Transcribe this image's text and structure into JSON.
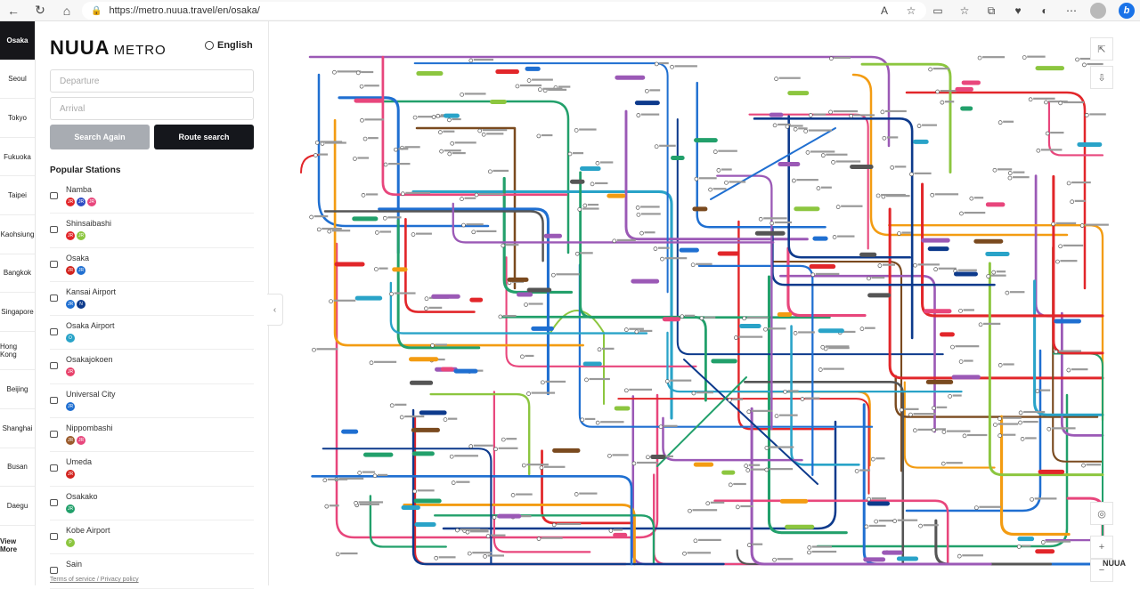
{
  "browser": {
    "url": "https://metro.nuua.travel/en/osaka/",
    "back_icon": "←",
    "refresh_icon": "↻",
    "home_icon": "⌂",
    "lock_icon": "🔒",
    "toolbar_icons": [
      "A",
      "☆",
      "▭",
      "☆",
      "⧉",
      "♥",
      "◐",
      "⋯"
    ]
  },
  "cities": [
    "Osaka",
    "Seoul",
    "Tokyo",
    "Fukuoka",
    "Taipei",
    "Kaohsiung",
    "Bangkok",
    "Singapore",
    "Hong Kong",
    "Beijing",
    "Shanghai",
    "Busan",
    "Daegu"
  ],
  "view_more": "View More",
  "brand": {
    "logo": "NUUA",
    "sub": "METRO"
  },
  "language": "English",
  "search": {
    "departure_placeholder": "Departure",
    "arrival_placeholder": "Arrival",
    "search_again": "Search Again",
    "route_search": "Route search"
  },
  "popular_title": "Popular Stations",
  "stations": [
    {
      "name": "Namba",
      "lines": [
        {
          "c": "#e2262a",
          "t": "JR"
        },
        {
          "c": "#2f4cc4",
          "t": "JR"
        },
        {
          "c": "#e8467c",
          "t": "JR"
        }
      ]
    },
    {
      "name": "Shinsaibashi",
      "lines": [
        {
          "c": "#e2262a",
          "t": "JR"
        },
        {
          "c": "#8cc63f",
          "t": "JR"
        }
      ]
    },
    {
      "name": "Osaka",
      "lines": [
        {
          "c": "#d2231e",
          "t": "JR"
        },
        {
          "c": "#1f6fd1",
          "t": "JR"
        }
      ]
    },
    {
      "name": "Kansai Airport",
      "lines": [
        {
          "c": "#1f6fd1",
          "t": "JR"
        },
        {
          "c": "#0d3a8c",
          "t": "N"
        }
      ]
    },
    {
      "name": "Osaka Airport",
      "lines": [
        {
          "c": "#29a3c8",
          "t": "O"
        }
      ]
    },
    {
      "name": "Osakajokoen",
      "lines": [
        {
          "c": "#e8426b",
          "t": "JR"
        }
      ]
    },
    {
      "name": "Universal City",
      "lines": [
        {
          "c": "#1f6fd1",
          "t": "JR"
        }
      ]
    },
    {
      "name": "Nippombashi",
      "lines": [
        {
          "c": "#9b5b2c",
          "t": "JR"
        },
        {
          "c": "#e8467c",
          "t": "JR"
        }
      ]
    },
    {
      "name": "Umeda",
      "lines": [
        {
          "c": "#d2231e",
          "t": "JR"
        }
      ]
    },
    {
      "name": "Osakako",
      "lines": [
        {
          "c": "#22a06b",
          "t": "JR"
        }
      ]
    },
    {
      "name": "Kobe Airport",
      "lines": [
        {
          "c": "#8cc63f",
          "t": "P"
        }
      ]
    },
    {
      "name": "Sain",
      "lines": []
    }
  ],
  "footer": {
    "terms": "Terms of service / Privacy policy"
  },
  "map_controls": {
    "share": "⇱",
    "download": "⇩",
    "locate": "◎",
    "zoom_in": "+",
    "zoom_out": "−"
  },
  "watermark": "NUUA",
  "map_lines": [
    {
      "color": "#9b59b6"
    },
    {
      "color": "#1f6fd1"
    },
    {
      "color": "#e2262a"
    },
    {
      "color": "#22a06b"
    },
    {
      "color": "#f39c12"
    },
    {
      "color": "#e8467c"
    },
    {
      "color": "#0d3a8c"
    },
    {
      "color": "#8cc63f"
    },
    {
      "color": "#29a3c8"
    },
    {
      "color": "#7a4a1f"
    },
    {
      "color": "#555555"
    }
  ]
}
